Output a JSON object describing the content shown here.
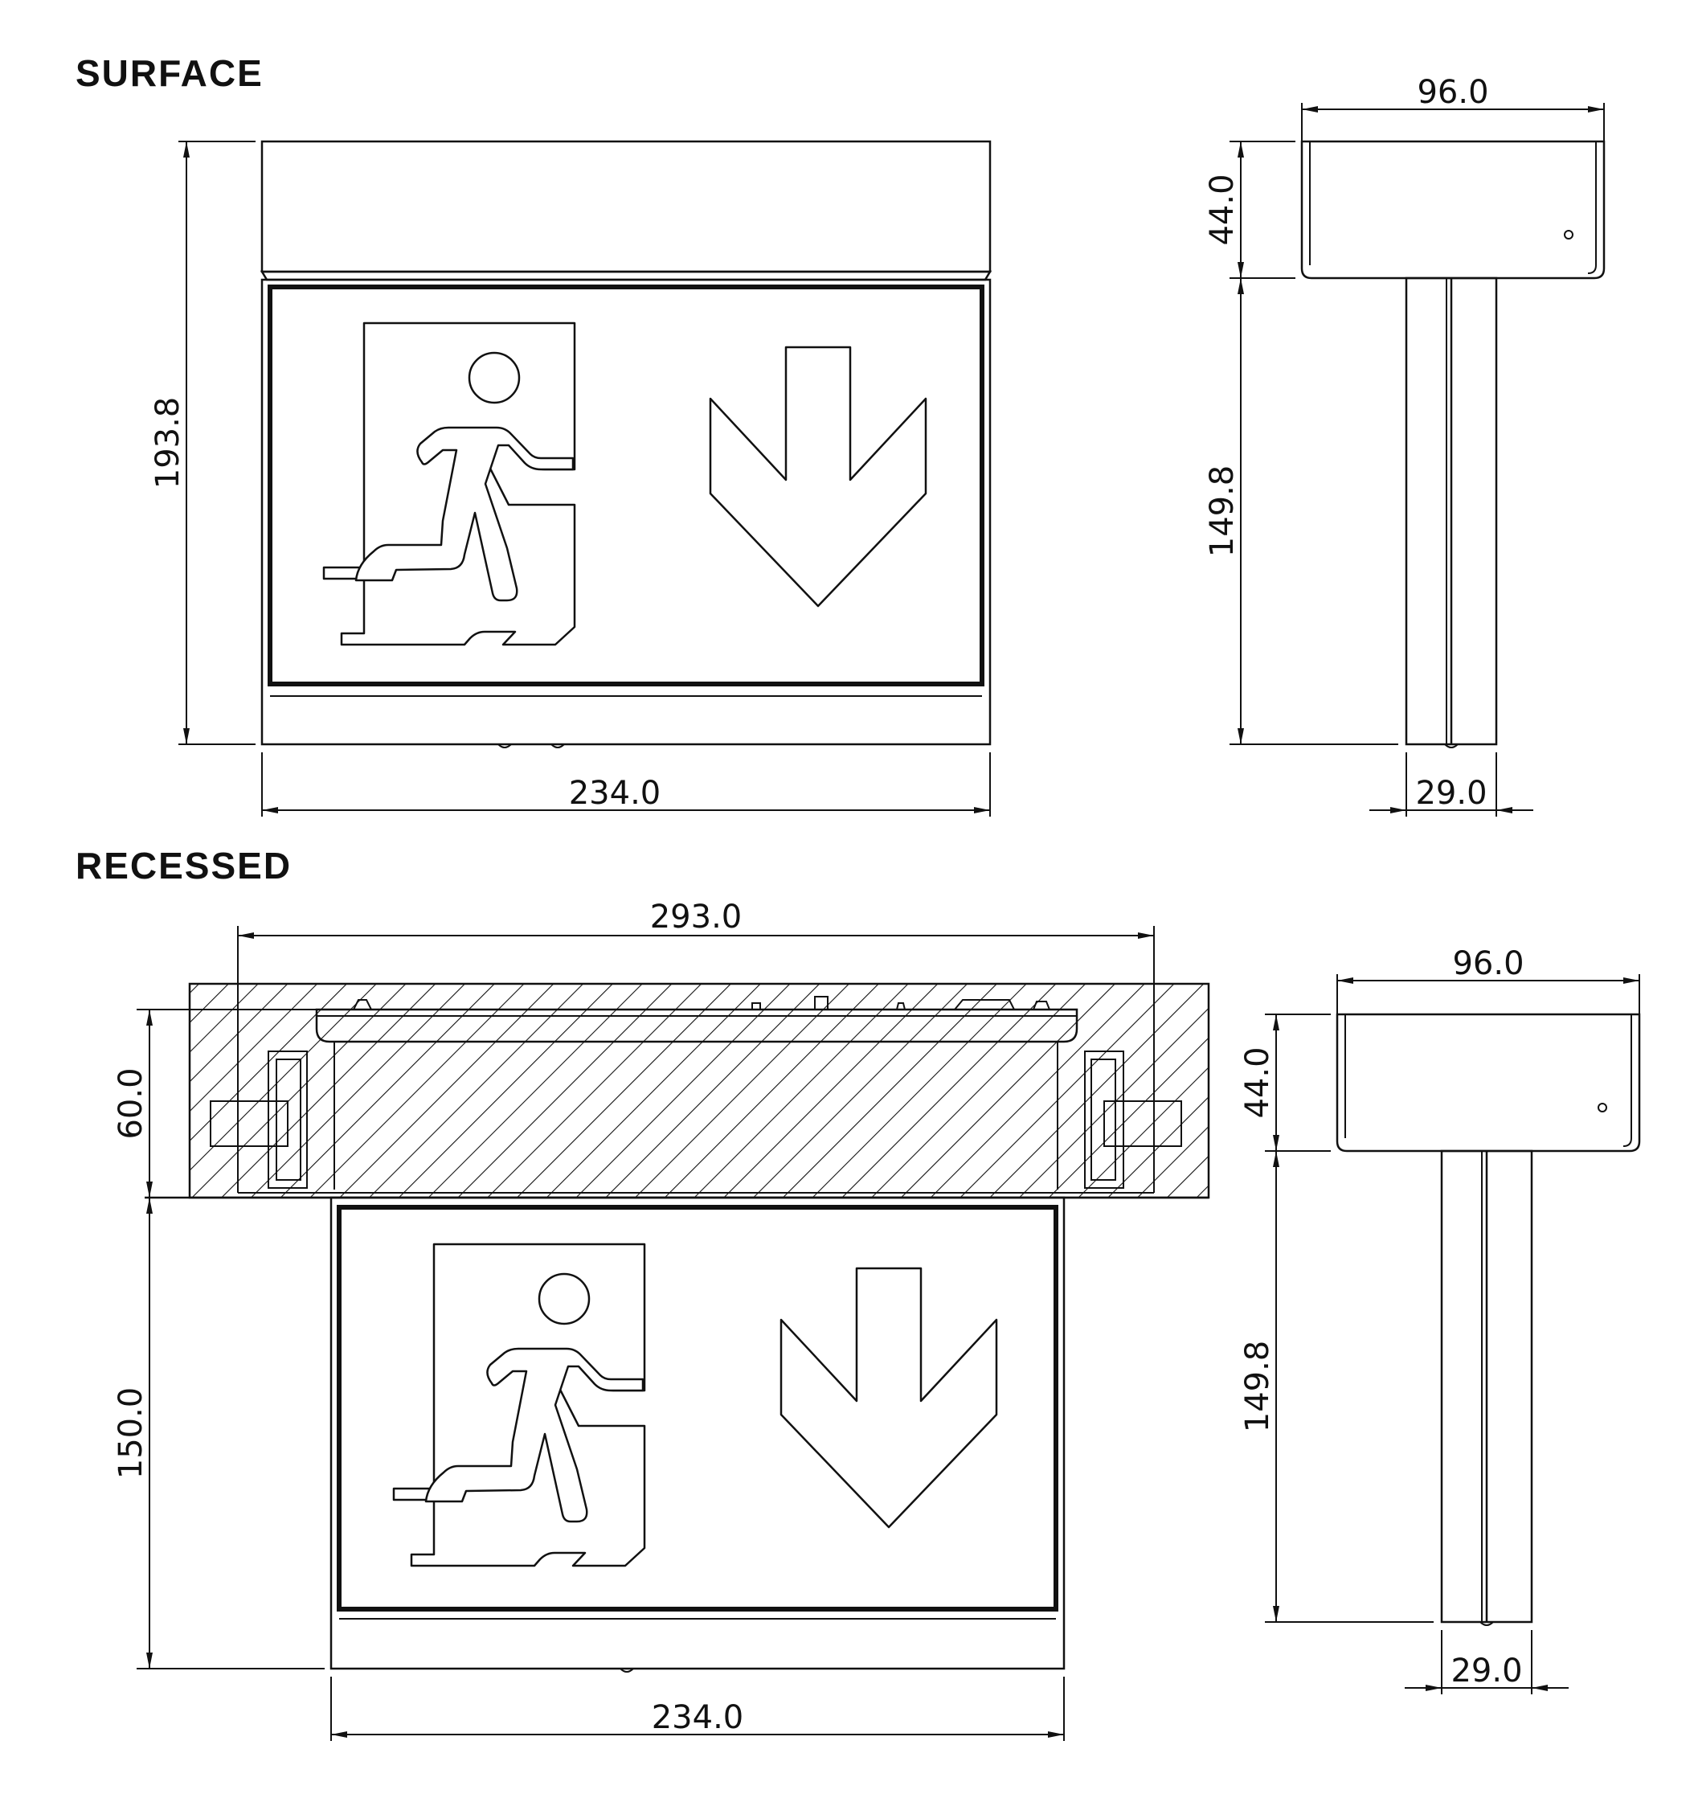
{
  "sections": {
    "surface_title": "SURFACE",
    "recessed_title": "RECESSED"
  },
  "surface": {
    "front_height": "193.8",
    "front_width": "234.0",
    "side_top_width": "96.0",
    "side_head_height": "44.0",
    "side_body_height": "149.8",
    "side_body_width": "29.0"
  },
  "recessed": {
    "cutout_width": "293.0",
    "recess_depth": "60.0",
    "sign_height": "150.0",
    "front_width": "234.0",
    "side_top_width": "96.0",
    "side_head_height": "44.0",
    "side_body_height": "149.8",
    "side_body_width": "29.0"
  },
  "colors": {
    "line": "#111111",
    "background": "#ffffff"
  },
  "icons": [
    "running-man-exit-icon",
    "down-arrow-icon"
  ]
}
